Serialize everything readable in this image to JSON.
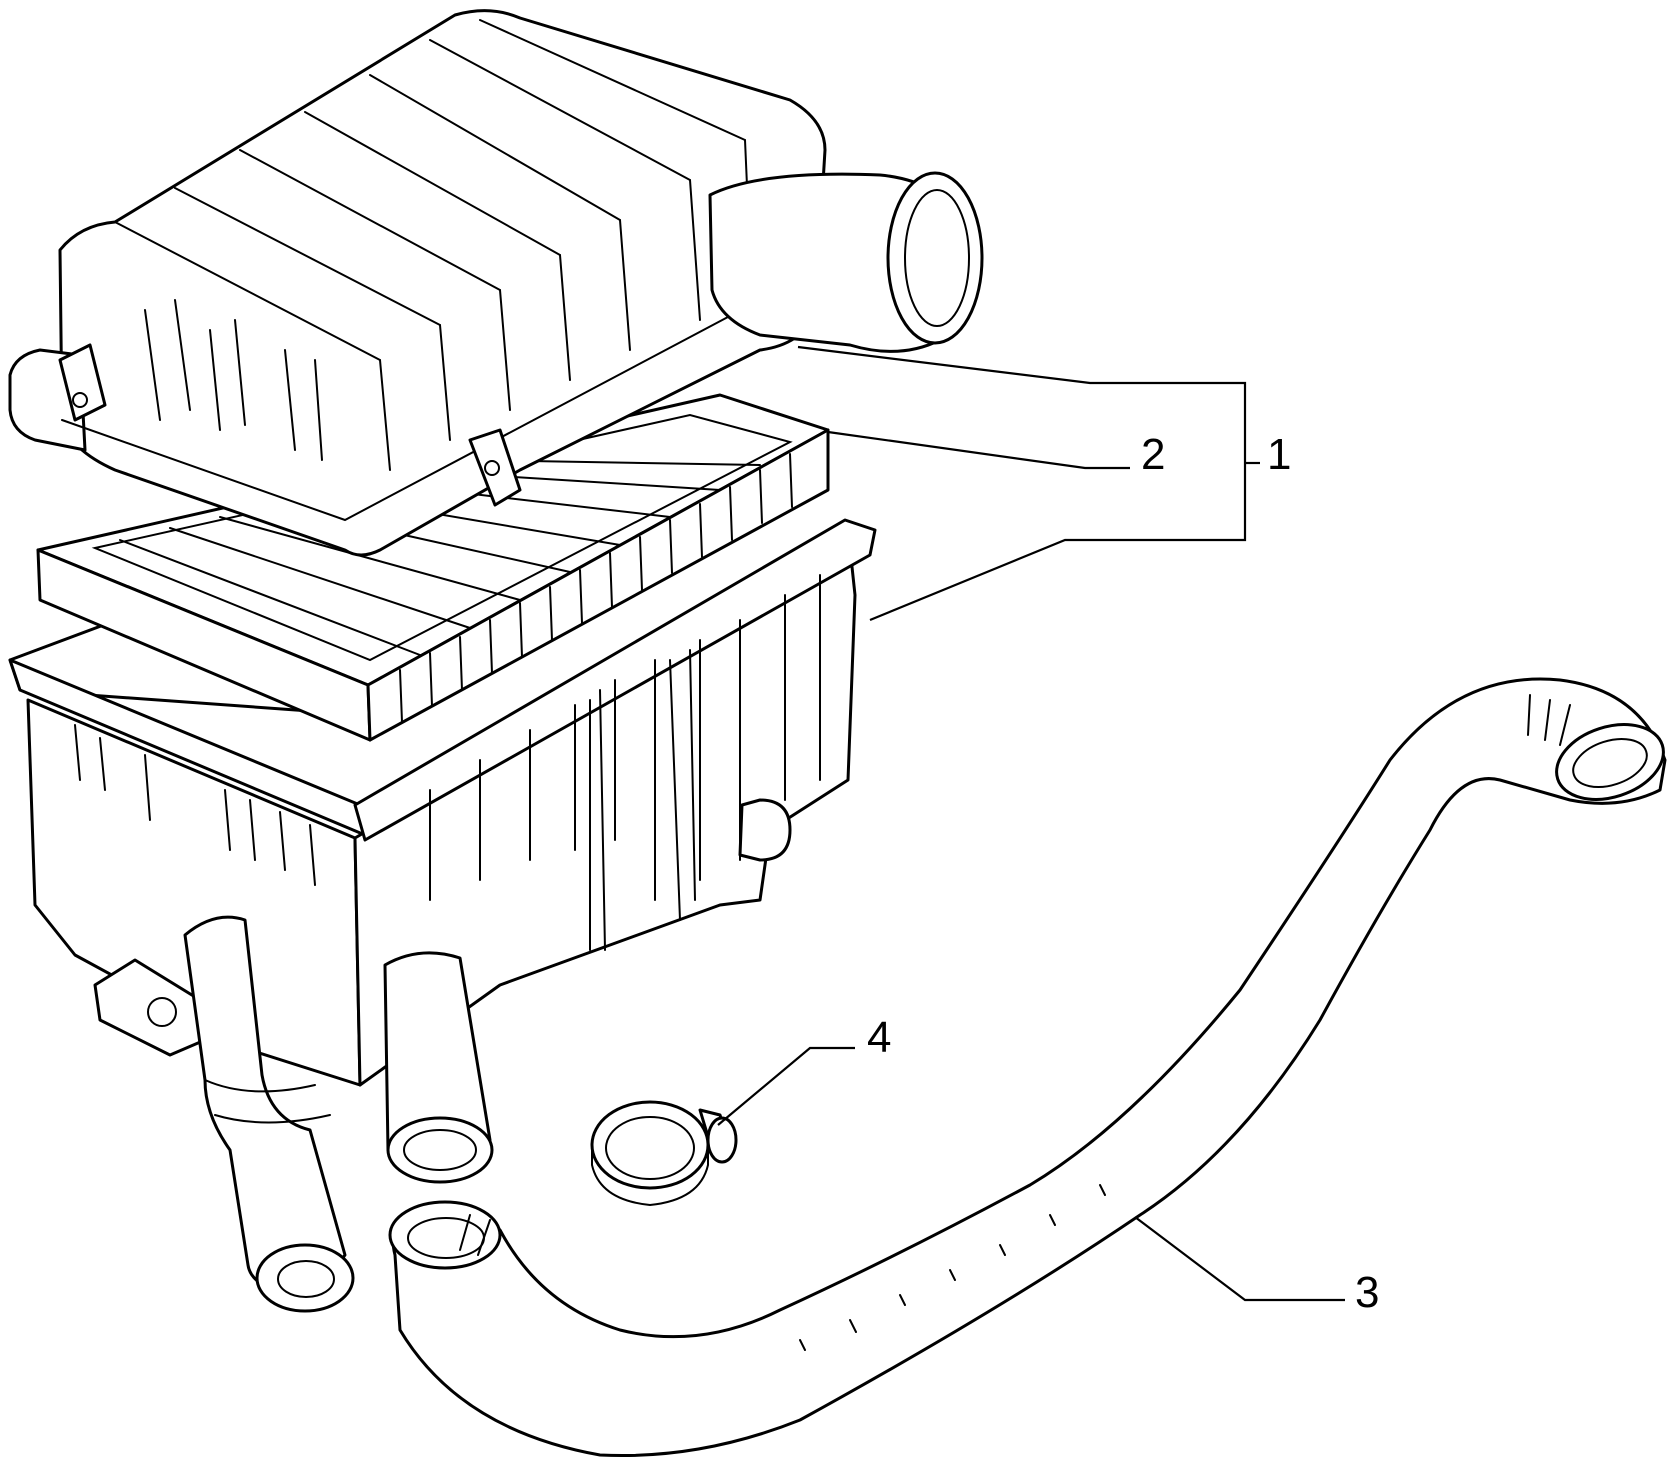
{
  "callouts": {
    "assembly": "1",
    "filter_element": "2",
    "hose": "3",
    "clamp": "4"
  }
}
